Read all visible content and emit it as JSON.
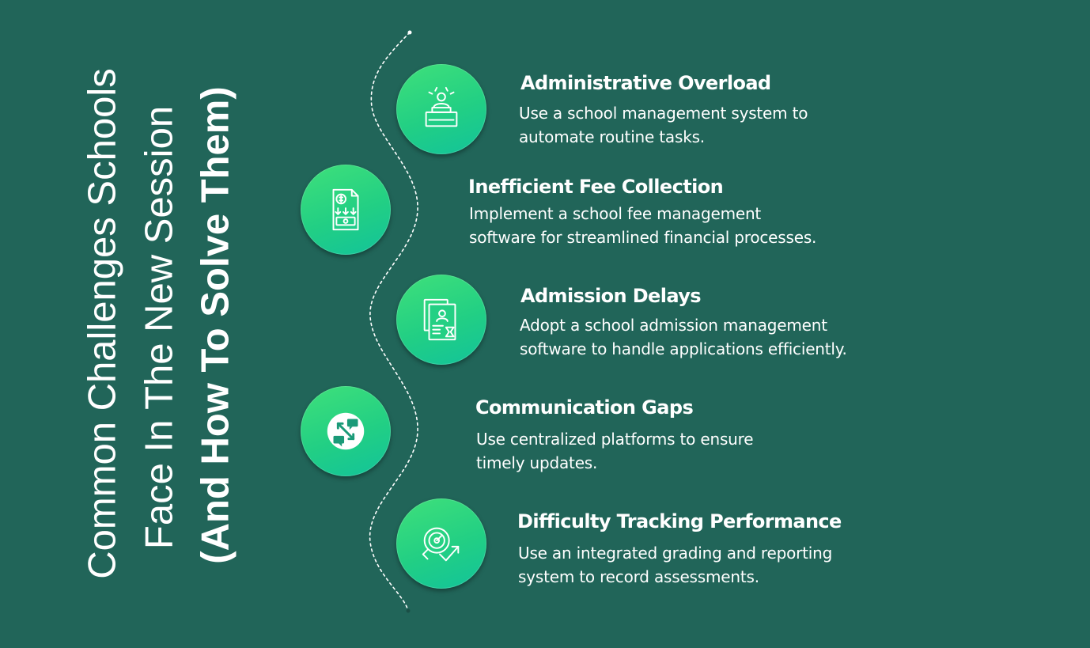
{
  "title": {
    "line1": "Common Challenges Schools",
    "line2": "Face In The New Session",
    "line3": "(And How To Solve Them)"
  },
  "items": [
    {
      "icon": "administration-icon",
      "title": "Administrative Overload",
      "desc": [
        "Use a school management system to",
        "automate routine tasks."
      ]
    },
    {
      "icon": "fee-document-icon",
      "title": "Inefficient Fee Collection",
      "desc": [
        "Implement a school fee management",
        " software for streamlined financial processes."
      ]
    },
    {
      "icon": "admission-document-icon",
      "title": "Admission Delays",
      "desc": [
        "Adopt a school admission management",
        "software to handle applications efficiently."
      ]
    },
    {
      "icon": "communication-icon",
      "title": "Communication Gaps",
      "desc": [
        "Use centralized platforms to ensure",
        "timely updates."
      ]
    },
    {
      "icon": "performance-tracking-icon",
      "title": "Difficulty Tracking Performance",
      "desc": [
        "Use an integrated grading and reporting",
        "system to record assessments."
      ]
    }
  ],
  "colors": {
    "background": "#216559",
    "accent_start": "#3fe07a",
    "accent_end": "#12c39a",
    "text": "#ffffff"
  }
}
